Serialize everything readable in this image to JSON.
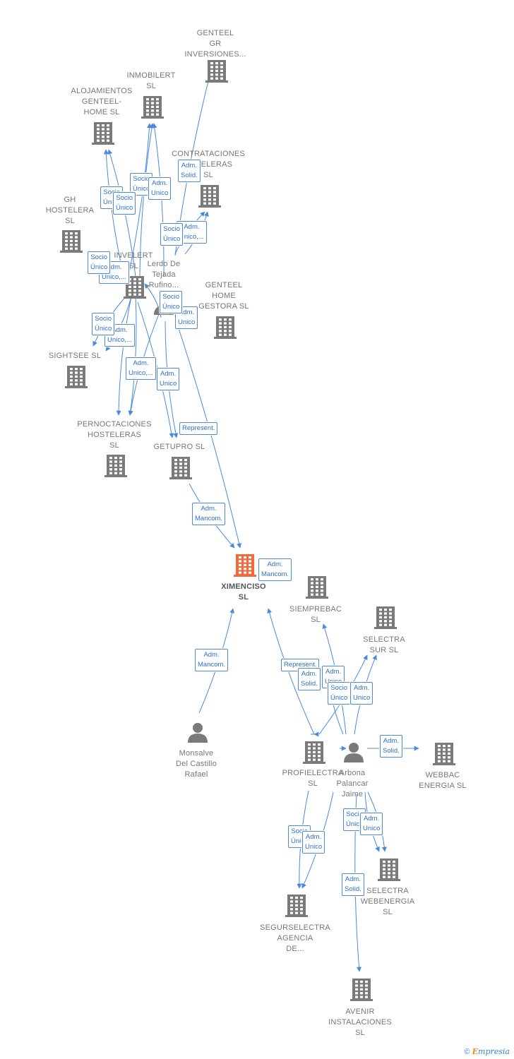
{
  "colors": {
    "company": "#7a7a7a",
    "center": "#f06a3c",
    "person": "#7a7a7a",
    "edge": "#4a89dc"
  },
  "nodes": [
    {
      "id": "genteel_gr",
      "type": "company",
      "label": "GENTEEL\nGR\nINVERSIONES..."
    },
    {
      "id": "inmobilert",
      "type": "company",
      "label": "INMOBILERT\nSL"
    },
    {
      "id": "alojamientos",
      "type": "company",
      "label": "ALOJAMIENTOS\nGENTEEL-\nHOME  SL"
    },
    {
      "id": "contrataciones",
      "type": "company",
      "label": "CONTRATACIONES\nHOTELERAS\nSL"
    },
    {
      "id": "gh_hostelera",
      "type": "company",
      "label": "GH\nHOSTELERA\nSL"
    },
    {
      "id": "invelert",
      "type": "company",
      "label": "INVELERT\nSL"
    },
    {
      "id": "lerdo",
      "type": "person",
      "label": "Lerdo De\nTejada\nRufino..."
    },
    {
      "id": "genteel_home",
      "type": "company",
      "label": "GENTEEL\nHOME\nGESTORA  SL"
    },
    {
      "id": "sightsee",
      "type": "company",
      "label": "SIGHTSEE SL"
    },
    {
      "id": "pernoctaciones",
      "type": "company",
      "label": "PERNOCTACIONES\nHOSTELERAS\nSL"
    },
    {
      "id": "getupro",
      "type": "company",
      "label": "GETUPRO SL"
    },
    {
      "id": "ximenciso",
      "type": "center",
      "label": "XIMENCISO\nSL"
    },
    {
      "id": "siemprebac",
      "type": "company",
      "label": "SIEMPREBAC\nSL"
    },
    {
      "id": "selectra_sur",
      "type": "company",
      "label": "SELECTRA\nSUR  SL"
    },
    {
      "id": "monsalve",
      "type": "person",
      "label": "Monsalve\nDel Castillo\nRafael"
    },
    {
      "id": "profielectra",
      "type": "company",
      "label": "PROFIELECTRA\nSL"
    },
    {
      "id": "arbona",
      "type": "person",
      "label": "Arbona\nPalancar\nJaime"
    },
    {
      "id": "webbac",
      "type": "company",
      "label": "WEBBAC\nENERGIA SL"
    },
    {
      "id": "selectra_webenergia",
      "type": "company",
      "label": "SELECTRA\nWEBENERGIA\nSL"
    },
    {
      "id": "segurselectra",
      "type": "company",
      "label": "SEGURSELECTRA\nAGENCIA\nDE..."
    },
    {
      "id": "avenir",
      "type": "company",
      "label": "AVENIR\nINSTALACIONES\nSL"
    }
  ],
  "edge_labels": [
    "Adm.\nSolid.",
    "Socio\nÚnico",
    "Adm.\nUnico",
    "Socio\nÚnico",
    "Socio\nÚnico",
    "Adm.\nUnico,...",
    "Socio\nÚnico",
    "Adm.\nUnico,...",
    "Socio\nÚnico",
    "Adm.\nUnico",
    "Socio\nÚnico",
    "Adm.\nUnico,...",
    "Socio\nÚnico",
    "Adm.\nUnico,...",
    "Adm.\nUnico",
    "Represent.",
    "Adm.\nMancom.",
    "Adm.\nMancom.",
    "Adm.\nMancom.",
    "Represent.",
    "Adm.\nSolid.",
    "Adm.\nUnico",
    "Socio\nÚnico",
    "Adm.\nUnico",
    "Adm.\nSolid.",
    "Socio\nÚnico",
    "Adm.\nUnico",
    "Socio\nÚnico",
    "Adm.\nUnico",
    "Adm.\nSolid."
  ],
  "footer": {
    "copyright": "©",
    "brand_initial": "E",
    "brand_rest": "mpresia"
  }
}
